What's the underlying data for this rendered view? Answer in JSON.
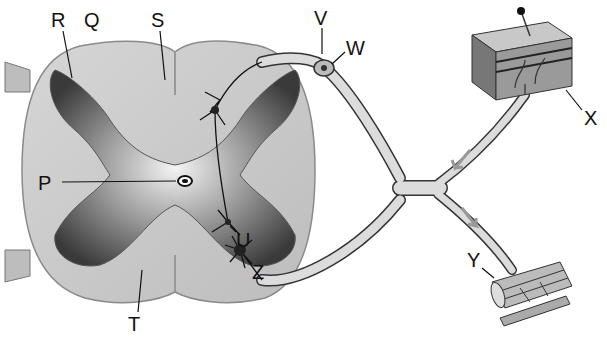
{
  "diagram": {
    "labels": [
      "R",
      "Q",
      "S",
      "V",
      "W",
      "X",
      "P",
      "U",
      "Y",
      "T",
      "Z"
    ]
  }
}
